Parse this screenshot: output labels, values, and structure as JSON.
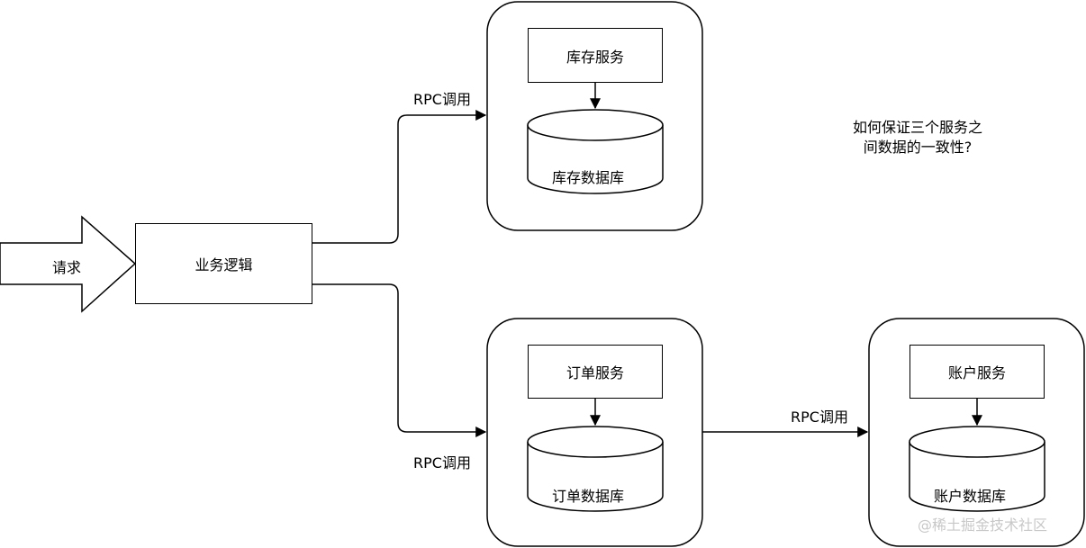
{
  "nodes": {
    "request": "请求",
    "business_logic": "业务逻辑",
    "inventory_service": "库存服务",
    "inventory_db": "库存数据库",
    "order_service": "订单服务",
    "order_db": "订单数据库",
    "account_service": "账户服务",
    "account_db": "账户数据库"
  },
  "edges": {
    "rpc_to_inventory": "RPC调用",
    "rpc_to_order": "RPC调用",
    "rpc_to_account": "RPC调用"
  },
  "note": {
    "line1": "如何保证三个服务之",
    "line2": "间数据的一致性?"
  },
  "watermark": "@稀土掘金技术社区"
}
